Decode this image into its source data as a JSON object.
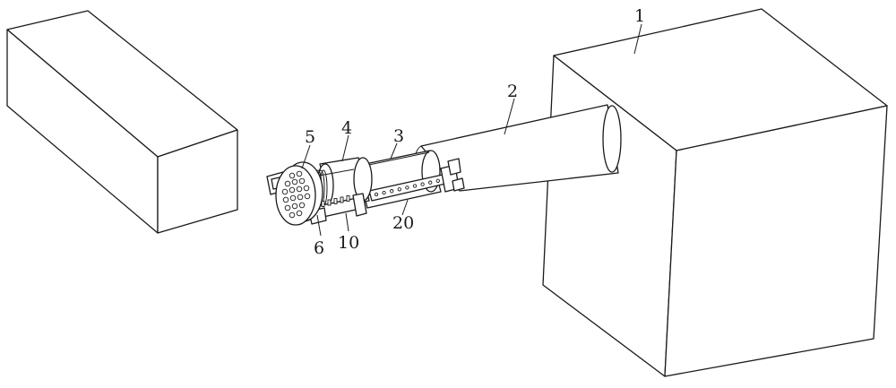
{
  "labels": {
    "box": "1",
    "tube": "2",
    "sleeve": "3",
    "ring": "4",
    "head": "5",
    "clip": "6",
    "rack": "10",
    "strip": "20"
  }
}
